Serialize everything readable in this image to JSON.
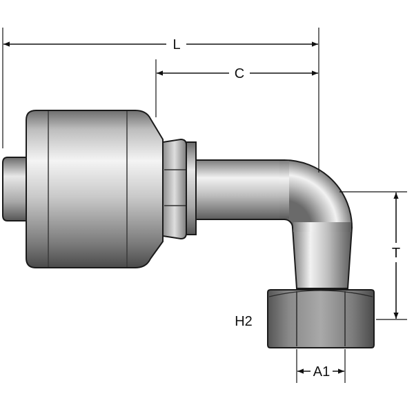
{
  "diagram": {
    "dimensions": {
      "L": "L",
      "C": "C",
      "T": "T",
      "H2": "H2",
      "A1": "A1"
    }
  }
}
